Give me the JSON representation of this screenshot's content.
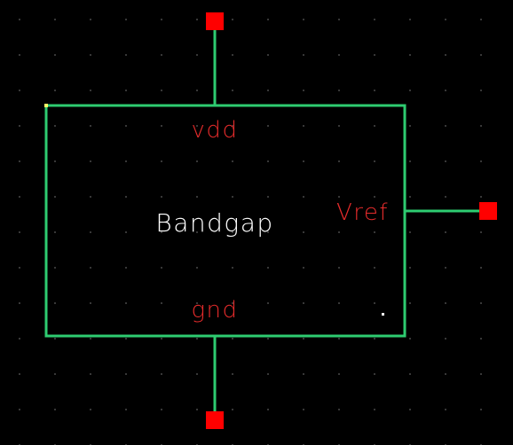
{
  "schematic": {
    "symbol": {
      "name": "Bandgap"
    },
    "pins": {
      "top": {
        "label": "vdd"
      },
      "bottom": {
        "label": "gnd"
      },
      "right": {
        "label": "Vref"
      }
    },
    "colors": {
      "background": "#000000",
      "wire": "#2ecc71",
      "pin_square": "#ff0000",
      "pin_label": "#e52b2b",
      "symbol_label": "#ffffff",
      "origin_marker": "#ffff66"
    }
  }
}
